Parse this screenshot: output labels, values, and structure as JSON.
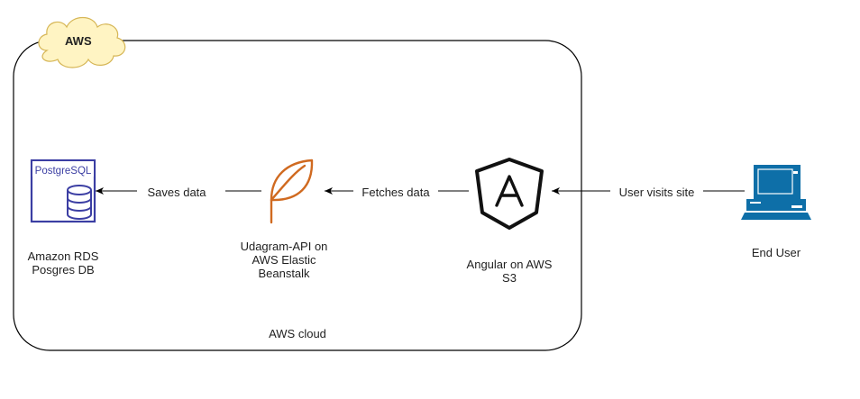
{
  "container": {
    "label": "AWS cloud",
    "badge": "AWS"
  },
  "nodes": {
    "db": {
      "icon_text": "PostgreSQL",
      "label_line1": "Amazon RDS",
      "label_line2": "Posgres DB",
      "icon": "postgresql-icon"
    },
    "api": {
      "label_line1": "Udagram-API on",
      "label_line2": "AWS Elastic",
      "label_line3": "Beanstalk",
      "icon": "elastic-beanstalk-leaf-icon"
    },
    "frontend": {
      "icon_text": "A",
      "label_line1": "Angular on AWS",
      "label_line2": "S3",
      "icon": "angular-icon"
    },
    "user": {
      "label": "End User",
      "icon": "desktop-computer-icon"
    }
  },
  "edges": {
    "user_to_frontend": "User visits site",
    "frontend_to_api": "Fetches data",
    "api_to_db": "Saves data"
  },
  "colors": {
    "postgres": "#3B3EA3",
    "beanstalk": "#D06A20",
    "angular": "#111111",
    "computer": "#0E6FA8",
    "cloud_fill": "#FFF4C3",
    "cloud_stroke": "#D6B656"
  }
}
